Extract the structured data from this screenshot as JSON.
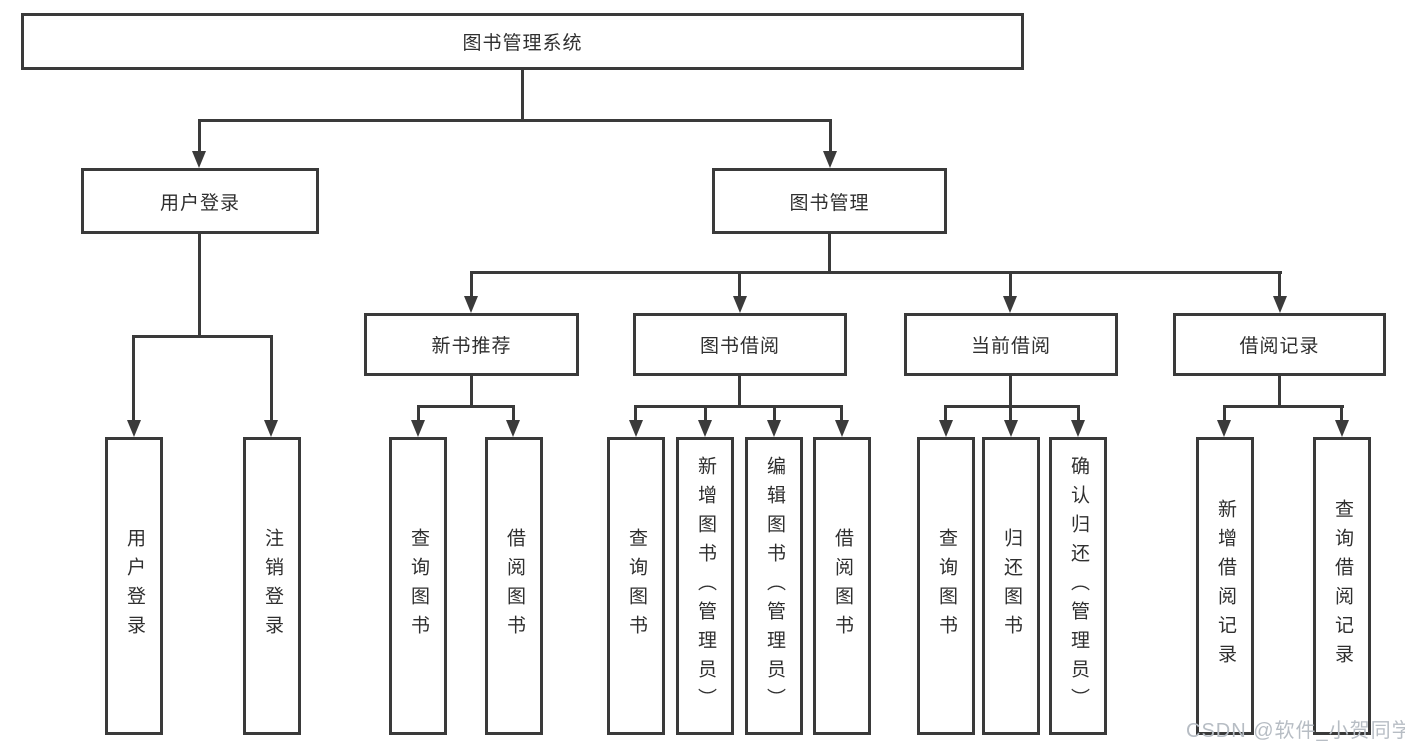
{
  "diagram": {
    "root": {
      "label": "图书管理系统"
    },
    "level2": {
      "user_login": {
        "label": "用户登录"
      },
      "book_management": {
        "label": "图书管理"
      }
    },
    "user_login_children": [
      {
        "label": "用户登录"
      },
      {
        "label": "注销登录"
      }
    ],
    "book_management_children": [
      {
        "label": "新书推荐",
        "children": [
          {
            "label": "查询图书"
          },
          {
            "label": "借阅图书"
          }
        ]
      },
      {
        "label": "图书借阅",
        "children": [
          {
            "label": "查询图书"
          },
          {
            "label": "新增图书（管理员）"
          },
          {
            "label": "编辑图书（管理员）"
          },
          {
            "label": "借阅图书"
          }
        ]
      },
      {
        "label": "当前借阅",
        "children": [
          {
            "label": "查询图书"
          },
          {
            "label": "归还图书"
          },
          {
            "label": "确认归还（管理员）"
          }
        ]
      },
      {
        "label": "借阅记录",
        "children": [
          {
            "label": "新增借阅记录"
          },
          {
            "label": "查询借阅记录"
          }
        ]
      }
    ],
    "watermark": "CSDN @软件_小贺同学",
    "colors": {
      "line": "#3a3a3a",
      "text": "#2f2f2f",
      "background": "#ffffff",
      "watermark": "#b7bdc4"
    }
  }
}
